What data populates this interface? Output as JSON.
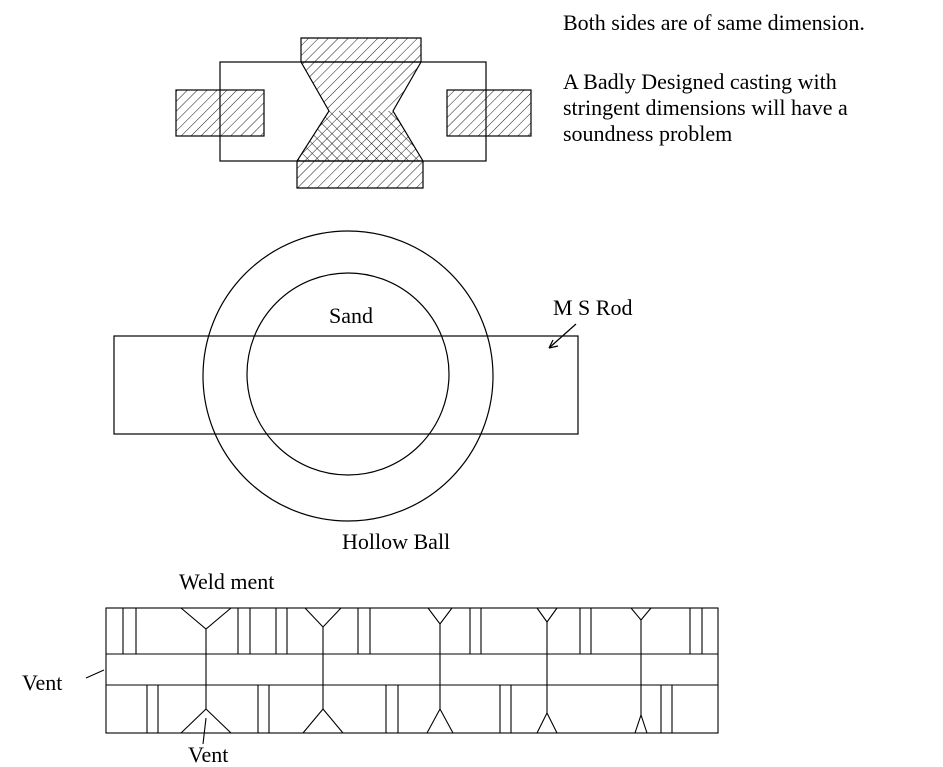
{
  "notes": {
    "same_dimension": "Both sides are of same dimension.",
    "bad_design_lines": [
      "A Badly Designed casting with",
      "stringent dimensions will have a",
      "soundness problem"
    ]
  },
  "ball_figure": {
    "sand": "Sand",
    "ms_rod": "M S Rod",
    "hollow_ball": "Hollow Ball"
  },
  "weld_figure": {
    "weld_ment": "Weld ment",
    "vent_left": "Vent",
    "vent_bottom": "Vent"
  },
  "colors": {
    "line": "#000000",
    "background": "#ffffff"
  }
}
